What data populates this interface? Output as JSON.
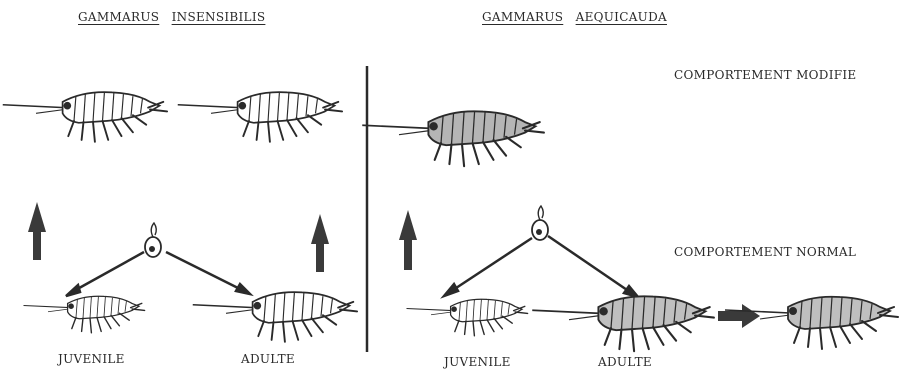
{
  "left_title": {
    "genus": "GAMMARUS",
    "species": "INSENSIBILIS"
  },
  "right_title": {
    "genus": "GAMMARUS",
    "species": "AEQUICAUDA"
  },
  "behaviors": {
    "modified": "COMPORTEMENT MODIFIE",
    "normal": "COMPORTEMENT NORMAL"
  },
  "stages": {
    "left_juvenile": "JUVENILE",
    "left_adult": "ADULTE",
    "right_juvenile": "JUVENILE",
    "right_adult": "ADULTE"
  },
  "icons": [
    "amphipod-icon",
    "parasite-larva-icon",
    "up-arrow-icon",
    "right-arrow-icon"
  ],
  "colors": {
    "ink": "#2a2a2a",
    "arrow": "#3a3a3a",
    "background": "#ffffff"
  }
}
